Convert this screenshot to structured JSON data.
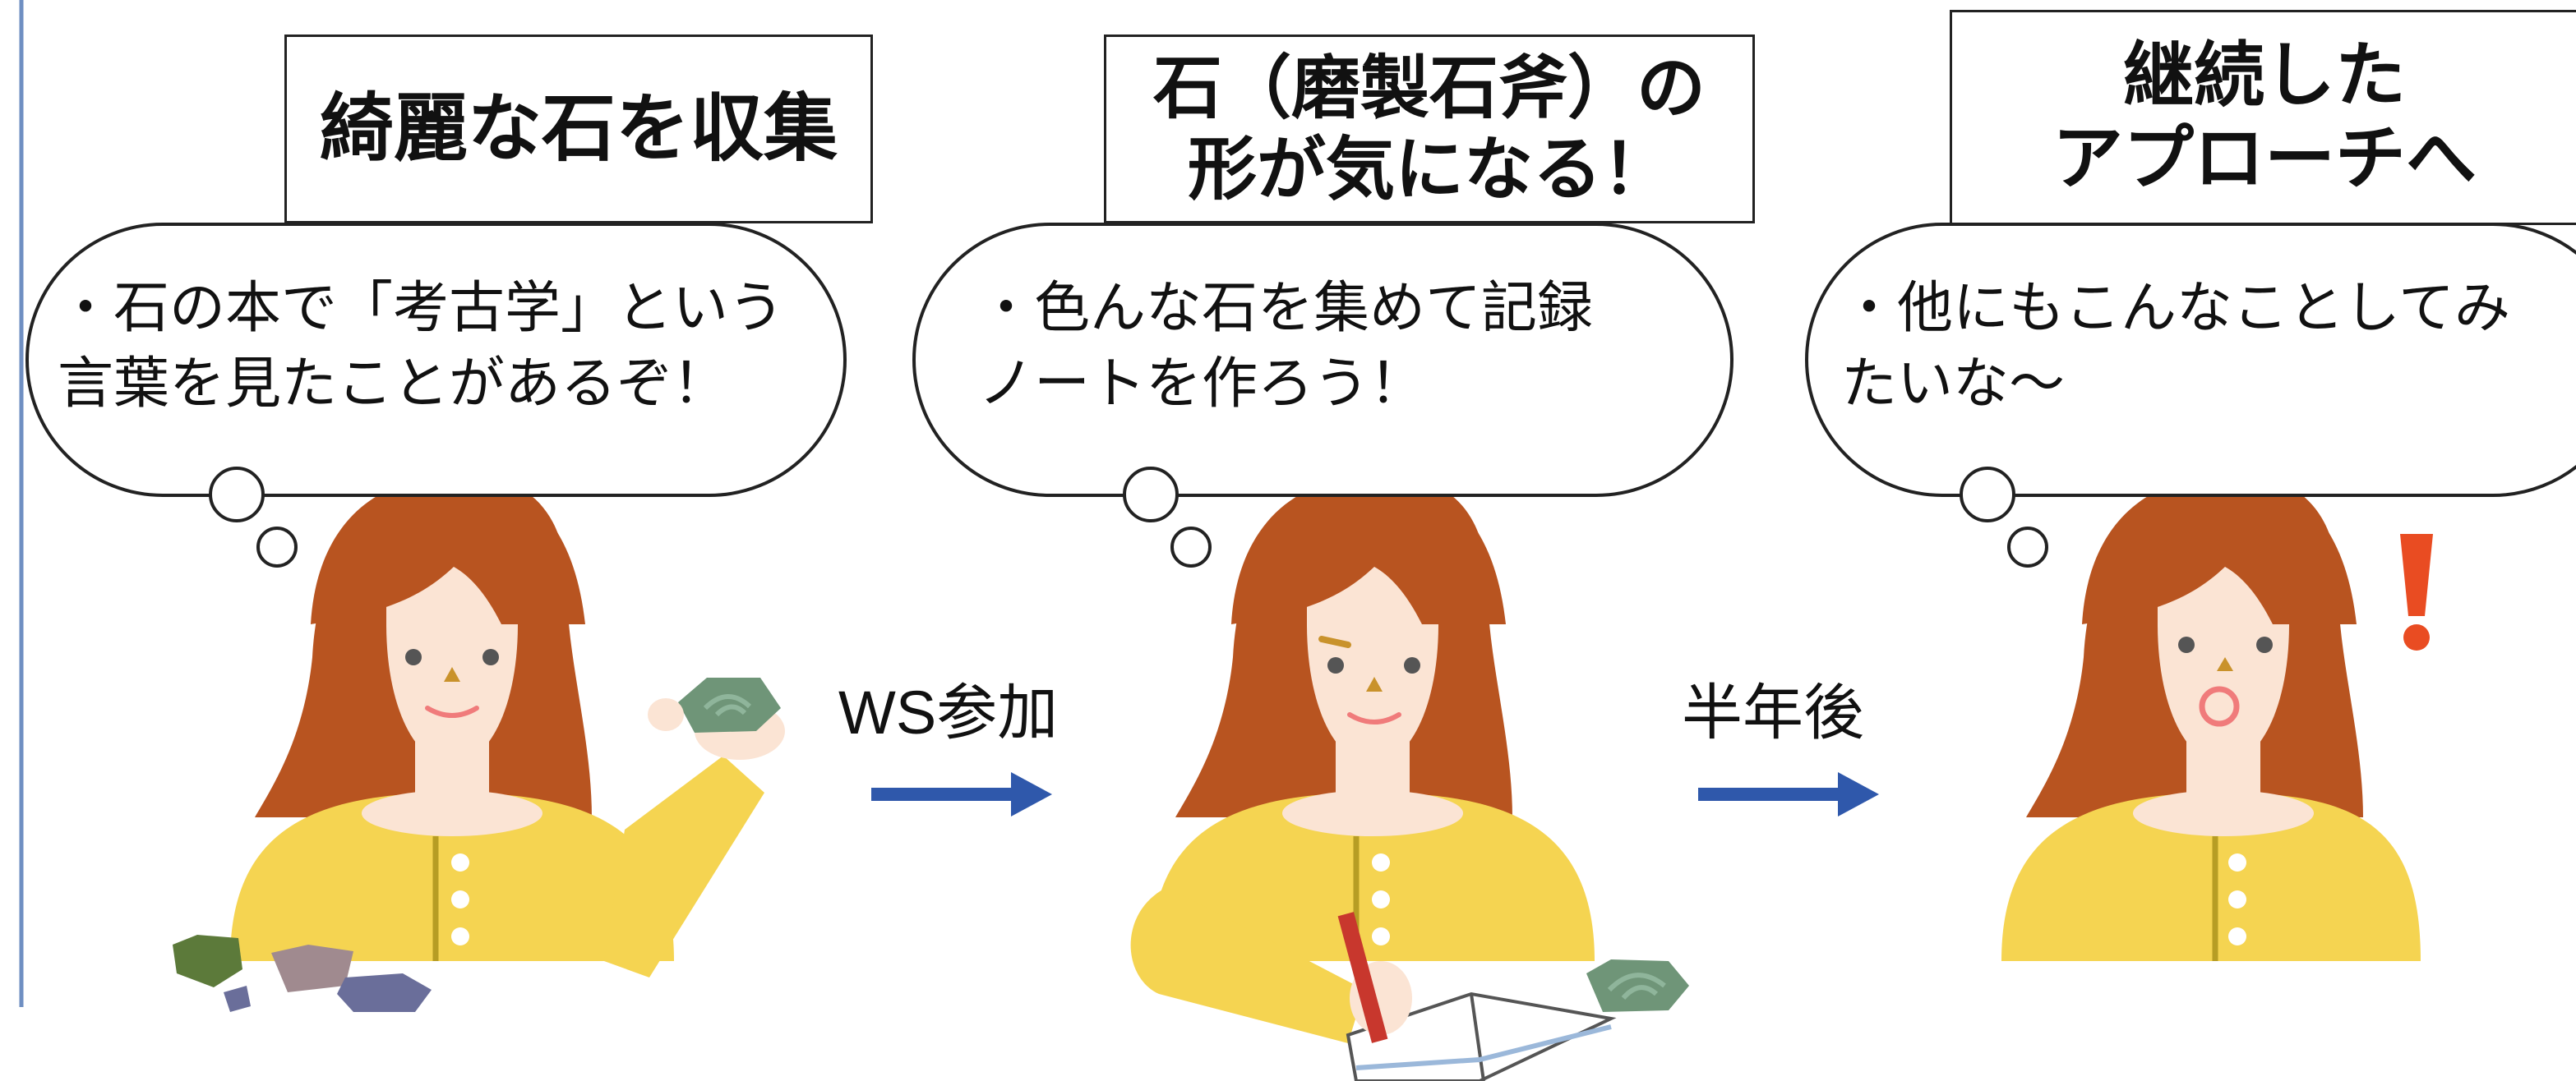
{
  "stages": [
    {
      "title_lines": [
        "綺麗な石を収集"
      ],
      "thought_lines": [
        "・石の本で「考古学」という",
        "言葉を見たことがあるぞ！"
      ]
    },
    {
      "title_lines": [
        "石（磨製石斧）の",
        "形が気になる！"
      ],
      "thought_lines": [
        "・色んな石を集めて記録",
        "ノートを作ろう！"
      ]
    },
    {
      "title_lines": [
        "継続した",
        "アプローチへ"
      ],
      "thought_lines": [
        "・他にもこんなことしてみ",
        "たいな～"
      ]
    }
  ],
  "transitions": [
    {
      "label": "WS参加"
    },
    {
      "label": "半年後"
    }
  ],
  "colors": {
    "hair": "#b85420",
    "skin": "#fbe4d4",
    "shirt": "#f5d451",
    "placket": "#b79d24",
    "arrow": "#2f58ab",
    "exclaim": "#e94c22",
    "guide_line": "#6f8fc2"
  }
}
